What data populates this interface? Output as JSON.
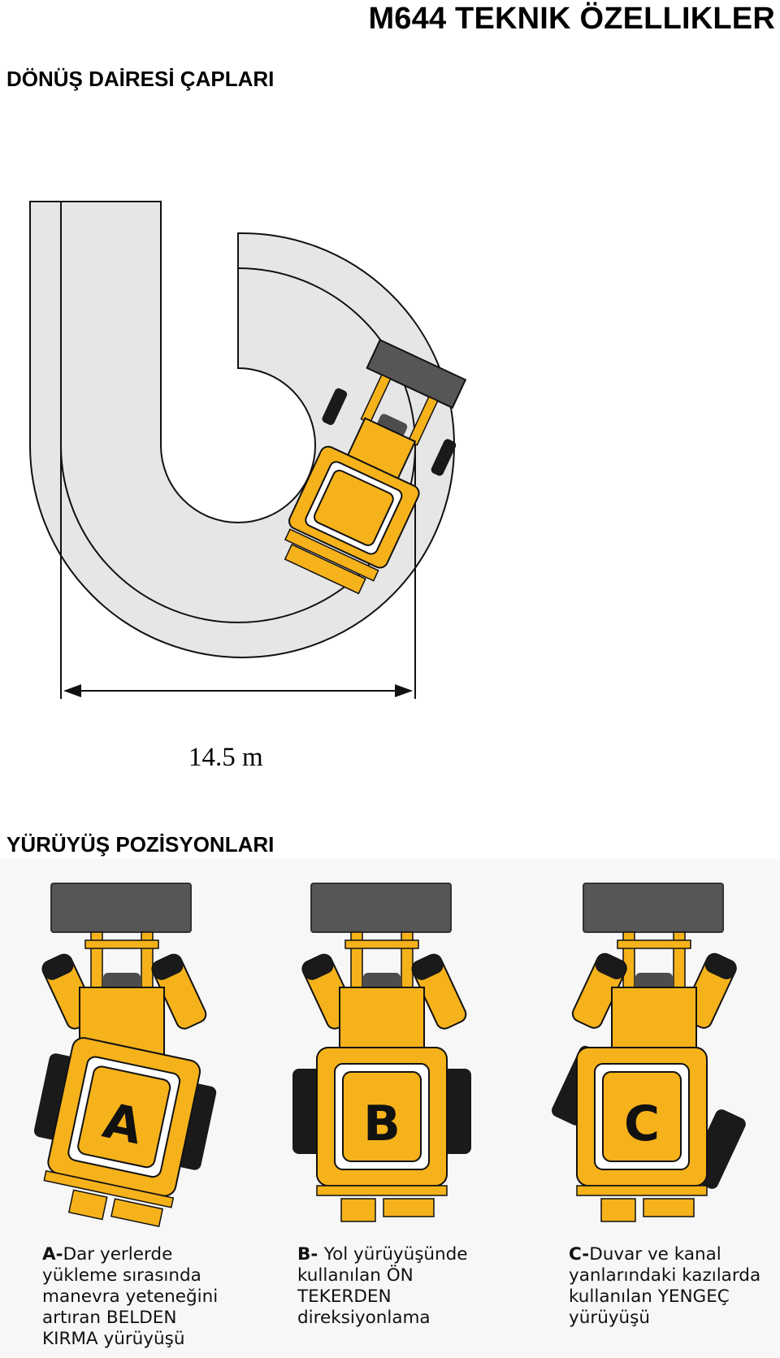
{
  "header": {
    "title": "M644 TEKNIK ÖZELLIKLER"
  },
  "turning": {
    "section_title": "DÖNÜŞ DAİRESİ ÇAPLARI",
    "diameter_label": "14.5 m"
  },
  "walking": {
    "section_title": "YÜRÜYÜŞ POZİSYONLARI",
    "modes": [
      {
        "letter": "A",
        "prefix": "A-",
        "text": "Dar yerlerde\nyükleme sırasında\nmanevra yeteneğini\nartıran BELDEN\nKIRMA yürüyüşü"
      },
      {
        "letter": "B",
        "prefix": "B- ",
        "text": "Yol yürüyüşünde\nkullanılan ÖN\nTEKERDEN\ndireksiyonlama"
      },
      {
        "letter": "C",
        "prefix": "C-",
        "text": "Duvar ve kanal\nyanlarındaki kazılarda\nkullanılan YENGEÇ\nyürüyüşü"
      }
    ]
  },
  "colors": {
    "machine": "#f5b21b",
    "bucket": "#565656",
    "track": "#e6e6e6",
    "tire": "#1a1a1a"
  }
}
